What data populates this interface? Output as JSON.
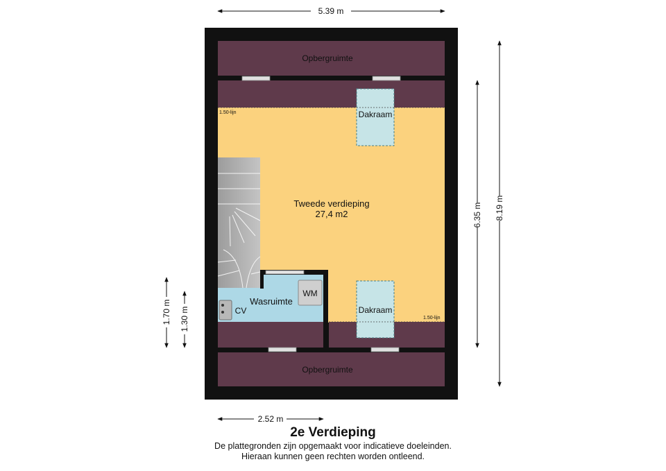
{
  "floor": {
    "title": "2e Verdieping",
    "disclaimer_line1": "De plattegronden zijn opgemaakt voor indicatieve doeleinden.",
    "disclaimer_line2": "Hieraan kunnen geen rechten worden ontleend."
  },
  "rooms": {
    "storage_top": "Opbergruimte",
    "storage_bottom": "Opbergruimte",
    "main_name": "Tweede verdieping",
    "main_area": "27,4 m2",
    "laundry": "Wasruimte",
    "skylight_top": "Dakraam",
    "skylight_bottom": "Dakraam"
  },
  "fixtures": {
    "washing_machine": "WM",
    "boiler": "CV"
  },
  "height_lines": {
    "top": "1.50-lijn",
    "bottom": "1.50-lijn"
  },
  "dimensions": {
    "overall_width": "5.39 m",
    "overall_depth": "8.19 m",
    "inner_depth": "6.35 m",
    "laundry_width": "2.52 m",
    "side_depth_a": "1.70 m",
    "side_depth_b": "1.30 m"
  },
  "colors": {
    "wall": "#111111",
    "storage": "#5f3a4b",
    "main_floor": "#fbd27e",
    "laundry": "#add8e6",
    "skylight": "#c6e4e7",
    "stairs": "#a8a8a8"
  }
}
